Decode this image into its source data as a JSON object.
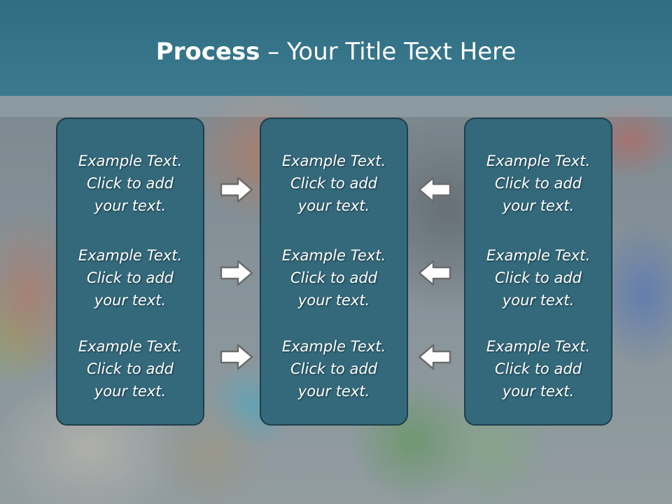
{
  "title": {
    "bold": "Process",
    "rest": " – Your Title Text Here"
  },
  "columns": [
    {
      "items": [
        "Example Text.\nClick  to add\nyour text.",
        "Example Text.\nClick  to add\nyour text.",
        "Example Text.\nClick  to add\nyour text."
      ]
    },
    {
      "items": [
        "Example Text.\nClick  to add\nyour text.",
        "Example Text.\nClick  to add\nyour text.",
        "Example Text.\nClick  to add\nyour text."
      ]
    },
    {
      "items": [
        "Example Text.\nClick  to add\nyour text.",
        "Example Text.\nClick  to add\nyour text.",
        "Example Text.\nClick  to add\nyour text."
      ]
    }
  ],
  "colors": {
    "title_bar": "#3b7a8f",
    "panel": "#33697b",
    "panel_border": "#1f3f4b",
    "arrow_fill": "#ffffff",
    "arrow_stroke": "#6b6b6b"
  },
  "icons": {
    "left_arrows": "arrow-right-icon",
    "right_arrows": "arrow-left-icon"
  }
}
